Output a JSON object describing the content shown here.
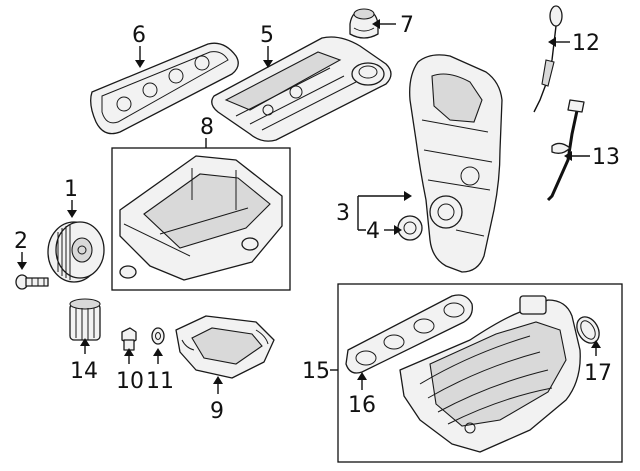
{
  "diagram": {
    "callouts": {
      "c1": "1",
      "c2": "2",
      "c3": "3",
      "c4": "4",
      "c5": "5",
      "c6": "6",
      "c7": "7",
      "c8": "8",
      "c9": "9",
      "c10": "10",
      "c11": "11",
      "c12": "12",
      "c13": "13",
      "c14": "14",
      "c15": "15",
      "c16": "16",
      "c17": "17"
    },
    "parts": [
      "crankshaft-pulley",
      "pulley-bolt",
      "timing-cover",
      "front-seal",
      "valve-cover",
      "valve-cover-gasket",
      "oil-filler-cap",
      "upper-oil-pan",
      "lower-oil-pan",
      "drain-plug",
      "drain-plug-washer",
      "oil-dipstick",
      "dipstick-tube",
      "oil-filter",
      "intake-manifold",
      "intake-gasket",
      "throttle-body-seal"
    ]
  }
}
